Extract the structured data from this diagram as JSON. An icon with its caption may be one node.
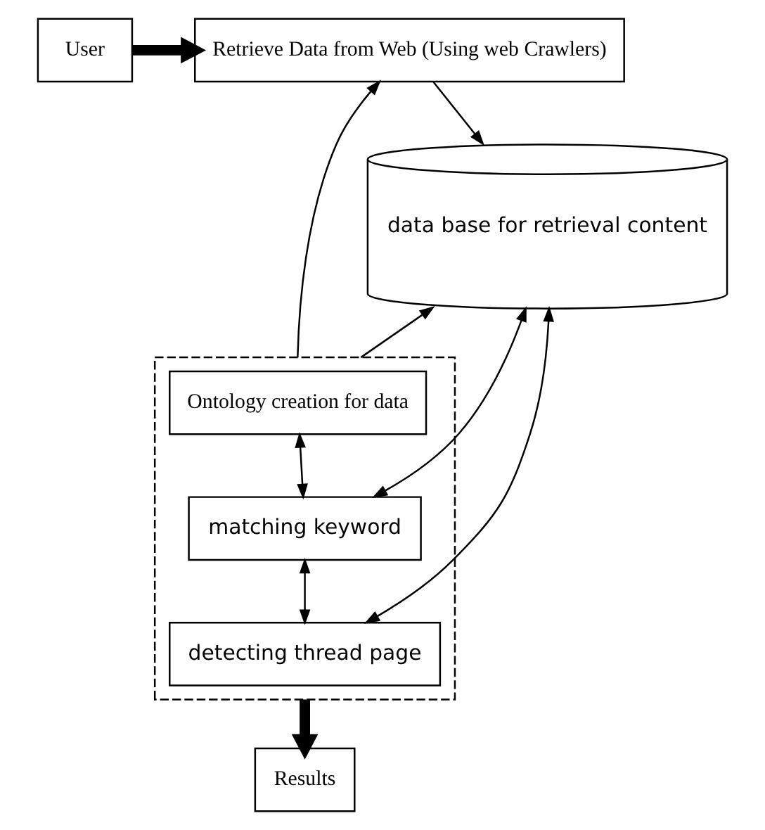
{
  "diagram": {
    "nodes": [
      {
        "text": [
          "User"
        ]
      },
      {
        "text": [
          "Retrieve Data from Web (Using web Crawlers)"
        ]
      },
      {
        "text": [
          "data base for retrieval content"
        ]
      },
      {
        "text": [],
        "shape": "box"
      },
      {
        "text": [
          "Ontology creation for data"
        ],
        "in": 3
      },
      {
        "text": [
          "matching keyword"
        ],
        "in": 3
      },
      {
        "text": [
          "detecting thread page"
        ],
        "in": 3
      },
      {
        "text": [
          "Results"
        ]
      }
    ],
    "edges": [
      {
        "from": 0,
        "to": 1,
        "arrow": "to",
        "style": "thick"
      },
      {
        "from": 1,
        "to": 2,
        "arrow": "to"
      },
      {
        "from": 3,
        "to": 1,
        "arrow": "to"
      },
      {
        "from": 4,
        "to": 5,
        "arrow": "both"
      },
      {
        "from": 5,
        "to": 6,
        "arrow": "both"
      },
      {
        "from": 3,
        "to": 2,
        "arrow": "to"
      },
      {
        "from": 2,
        "to": 5,
        "arrow": "both"
      },
      {
        "from": 2,
        "to": 6,
        "arrow": "both"
      },
      {
        "from": 3,
        "to": 7,
        "arrow": "to",
        "style": "thick"
      }
    ]
  }
}
